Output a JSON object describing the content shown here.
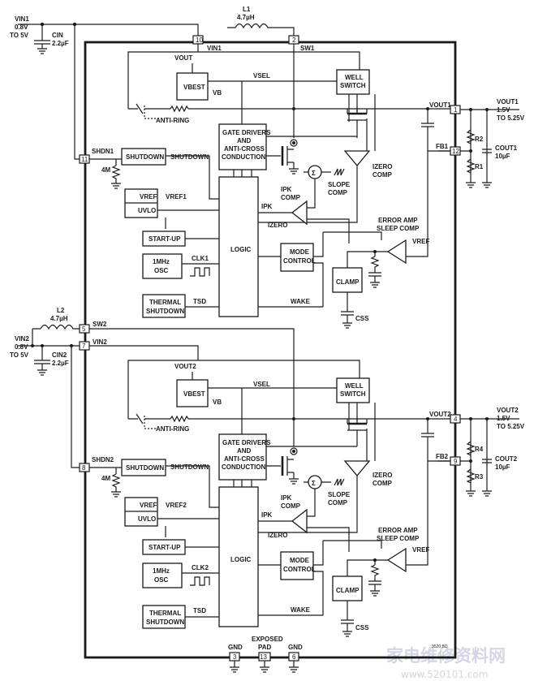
{
  "top_external": {
    "vin1": "VIN1",
    "vin1_range": "0.8V",
    "vin1_range2": "TO 5V",
    "cin": "CIN",
    "cin_val": "2.2µF",
    "l1": "L1",
    "l1_val": "4.7µH",
    "vout1_ext": "VOUT1",
    "vout1_range": "1.5V",
    "vout1_range2": "TO 5.25V",
    "r2": "R2",
    "r1": "R1",
    "cout1": "COUT1",
    "cout1_val": "10µF"
  },
  "bottom_external": {
    "l2": "L2",
    "l2_val": "4.7µH",
    "vin2": "VIN2",
    "vin2_range": "0.8V",
    "vin2_range2": "TO 5V",
    "cin2": "CIN2",
    "cin2_val": "2.2µF",
    "vout2_ext": "VOUT2",
    "vout2_range": "1.5V",
    "vout2_range2": "TO 5.25V",
    "r4": "R4",
    "r3": "R3",
    "cout2": "COUT2",
    "cout2_val": "10µF"
  },
  "pins": {
    "p10": "10",
    "p2": "2",
    "p1": "1",
    "p12": "12",
    "p11": "11",
    "p5": "5",
    "p7": "7",
    "p4": "4",
    "p9": "9",
    "p8": "8",
    "p3": "3",
    "p13": "13",
    "p6": "6"
  },
  "channel1": {
    "vin_label": "VIN1",
    "sw_label": "SW1",
    "vout_label": "VOUT1",
    "fb_label": "FB1",
    "shdn_pin": "SHDN1",
    "vout_ref": "VOUT",
    "vbest": "VBEST",
    "vb": "VB",
    "vsel": "VSEL",
    "well_switch": [
      "WELL",
      "SWITCH"
    ],
    "anti_ring": "ANTI-RING",
    "gate_drivers": [
      "GATE DRIVERS",
      "AND",
      "ANTI-CROSS",
      "CONDUCTION"
    ],
    "shutdown_box": "SHUTDOWN",
    "shutdown_out": "SHUTDOWN",
    "resistor_4m": "4M",
    "vref_box": "VREF",
    "vref_out": "VREF1",
    "uvlo": "UVLO",
    "start_up": "START-UP",
    "osc": [
      "1MHz",
      "OSC"
    ],
    "clk": "CLK1",
    "thermal": [
      "THERMAL",
      "SHUTDOWN"
    ],
    "tsd": "TSD",
    "logic": "LOGIC",
    "mode_control": [
      "MODE",
      "CONTROL"
    ],
    "clamp": "CLAMP",
    "wake": "WAKE",
    "css": "CSS",
    "ipk_comp": [
      "IPK",
      "COMP"
    ],
    "ipk": "IPK",
    "izero": "IZERO",
    "slope_comp": [
      "SLOPE",
      "COMP"
    ],
    "izero_comp": [
      "IZERO",
      "COMP"
    ],
    "error_amp": [
      "ERROR AMP",
      "SLEEP COMP"
    ],
    "vref_amp": "VREF",
    "sigma": "Σ"
  },
  "channel2": {
    "vin_label": "VIN2",
    "sw_label": "SW2",
    "vout_label": "VOUT2",
    "fb_label": "FB2",
    "shdn_pin": "SHDN2",
    "vout_ref": "VOUT2",
    "vbest": "VBEST",
    "vb": "VB",
    "vsel": "VSEL",
    "well_switch": [
      "WELL",
      "SWITCH"
    ],
    "anti_ring": "ANTI-RING",
    "gate_drivers": [
      "GATE DRIVERS",
      "AND",
      "ANTI-CROSS",
      "CONDUCTION"
    ],
    "shutdown_box": "SHUTDOWN",
    "shutdown_out": "SHUTDOWN",
    "resistor_4m": "4M",
    "vref_box": "VREF",
    "vref_out": "VREF2",
    "uvlo": "UVLO",
    "start_up": "START-UP",
    "osc": [
      "1MHz",
      "OSC"
    ],
    "clk": "CLK2",
    "thermal": [
      "THERMAL",
      "SHUTDOWN"
    ],
    "tsd": "TSD",
    "logic": "LOGIC",
    "mode_control": [
      "MODE",
      "CONTROL"
    ],
    "clamp": "CLAMP",
    "wake": "WAKE",
    "css": "CSS",
    "ipk_comp": [
      "IPK",
      "COMP"
    ],
    "ipk": "IPK",
    "izero": "IZERO",
    "slope_comp": [
      "SLOPE",
      "COMP"
    ],
    "izero_comp": [
      "IZERO",
      "COMP"
    ],
    "error_amp": [
      "ERROR AMP",
      "SLEEP COMP"
    ],
    "vref_amp": "VREF",
    "sigma": "Σ"
  },
  "bottom_labels": {
    "gnd_left": "GND",
    "exposed_pad": [
      "EXPOSED",
      "PAD"
    ],
    "gnd_right": "GND"
  },
  "figure_code": "3520 BD",
  "watermark": {
    "cn": "家电维修资料网",
    "url": "www.520101.com"
  }
}
